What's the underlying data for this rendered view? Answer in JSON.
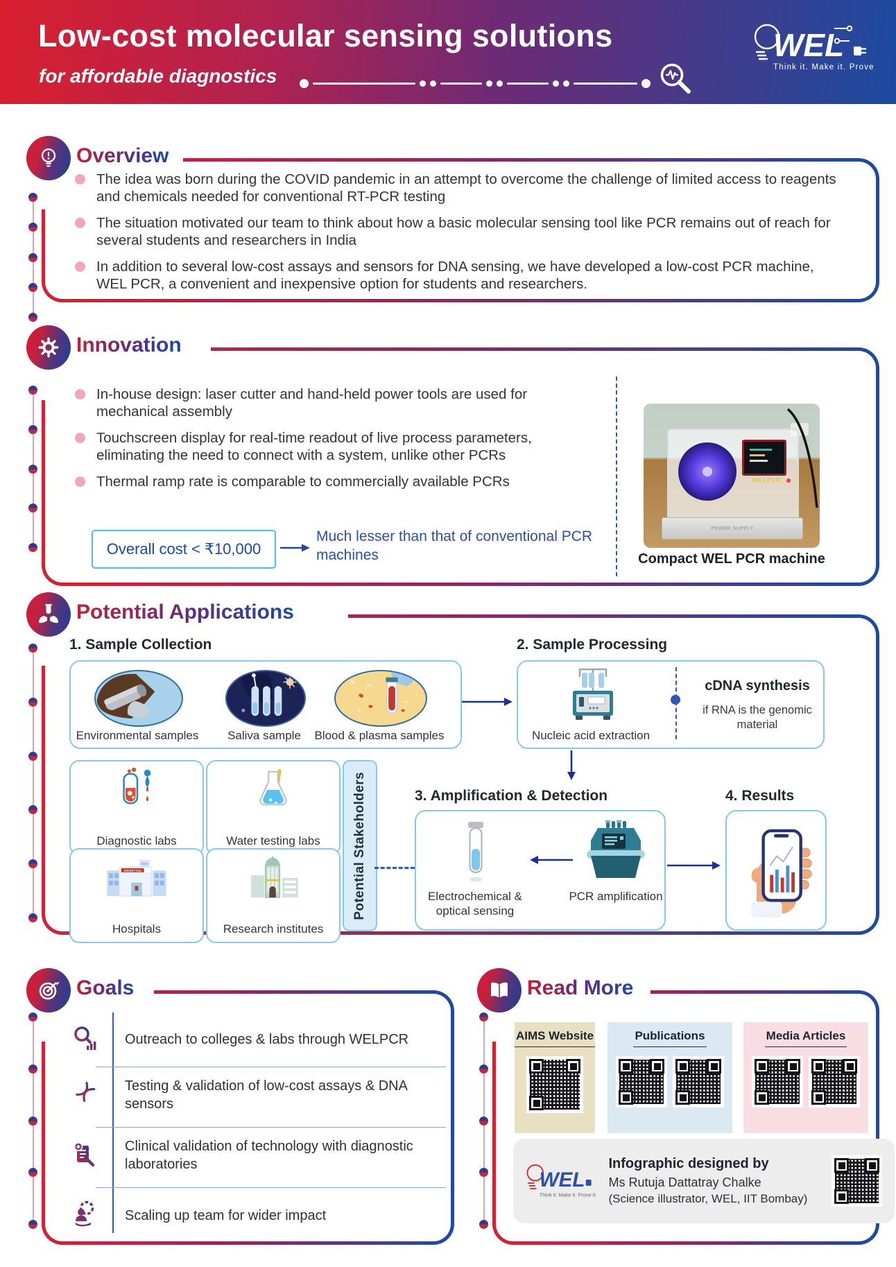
{
  "header": {
    "title": "Low-cost molecular sensing solutions",
    "subtitle": "for affordable diagnostics",
    "logo_text": "WEL",
    "logo_tagline": "Think it. Make it. Prove it."
  },
  "overview": {
    "title": "Overview",
    "bullets": [
      "The idea was born during the COVID pandemic in an attempt to overcome the challenge of limited access to reagents and chemicals needed for conventional RT-PCR testing",
      "The situation motivated our team to think about how a basic molecular sensing tool like PCR remains out of reach for several students and researchers in India",
      "In addition to several low-cost assays and sensors for DNA sensing, we have developed a low-cost PCR machine, WEL PCR, a convenient and inexpensive option for students and researchers."
    ]
  },
  "innovation": {
    "title": "Innovation",
    "bullets": [
      "In-house design: laser cutter and hand-held power tools are used for mechanical assembly",
      "Touchscreen display for real-time readout of live process parameters, eliminating the need to connect with a system, unlike other PCRs",
      "Thermal ramp rate is comparable to commercially available PCRs"
    ],
    "cost_label": "Overall cost < ₹10,000",
    "cost_note": "Much lesser than that of conventional PCR machines",
    "photo_caption": "Compact WEL PCR machine",
    "photo_device_label": "WELPCR",
    "photo_psu_label": "POWER SUPPLY"
  },
  "applications": {
    "title": "Potential Applications",
    "hospital_sign": "HOSPITAL",
    "step1": {
      "heading": "1. Sample Collection",
      "items": [
        "Environmental samples",
        "Saliva sample",
        "Blood & plasma samples"
      ]
    },
    "step2": {
      "heading": "2. Sample Processing",
      "label": "Nucleic acid extraction",
      "side_title": "cDNA synthesis",
      "side_note": "if RNA is the genomic material"
    },
    "step3": {
      "heading": "3. Amplification & Detection",
      "sensing_label": "Electrochemical & optical sensing",
      "pcr_label": "PCR amplification"
    },
    "step4": {
      "heading": "4. Results"
    },
    "stakeholders": {
      "label": "Potential Stakeholders",
      "items": [
        "Diagnostic labs",
        "Water testing labs",
        "Hospitals",
        "Research institutes"
      ]
    }
  },
  "goals": {
    "title": "Goals",
    "items": [
      "Outreach to colleges & labs through WELPCR",
      "Testing & validation of low-cost assays & DNA sensors",
      "Clinical validation of technology with diagnostic laboratories",
      "Scaling up team for wider impact"
    ]
  },
  "read_more": {
    "title": "Read More",
    "cards": [
      {
        "label": "AIMS Website"
      },
      {
        "label": "Publications"
      },
      {
        "label": "Media Articles"
      }
    ],
    "credit": {
      "heading": "Infographic designed by",
      "name": "Ms Rutuja Dattatray Chalke",
      "affiliation": "(Science illustrator, WEL, IIT Bombay)",
      "logo_tagline": "Think it. Make it. Prove it."
    }
  },
  "colors": {
    "accent_red": "#d6202f",
    "accent_blue": "#1c4ba0",
    "bullet_pink": "#f2a7b4",
    "light_blue_border": "#85cbe9",
    "cost_border": "#49c0e8",
    "cost_text": "#1b49a8"
  }
}
